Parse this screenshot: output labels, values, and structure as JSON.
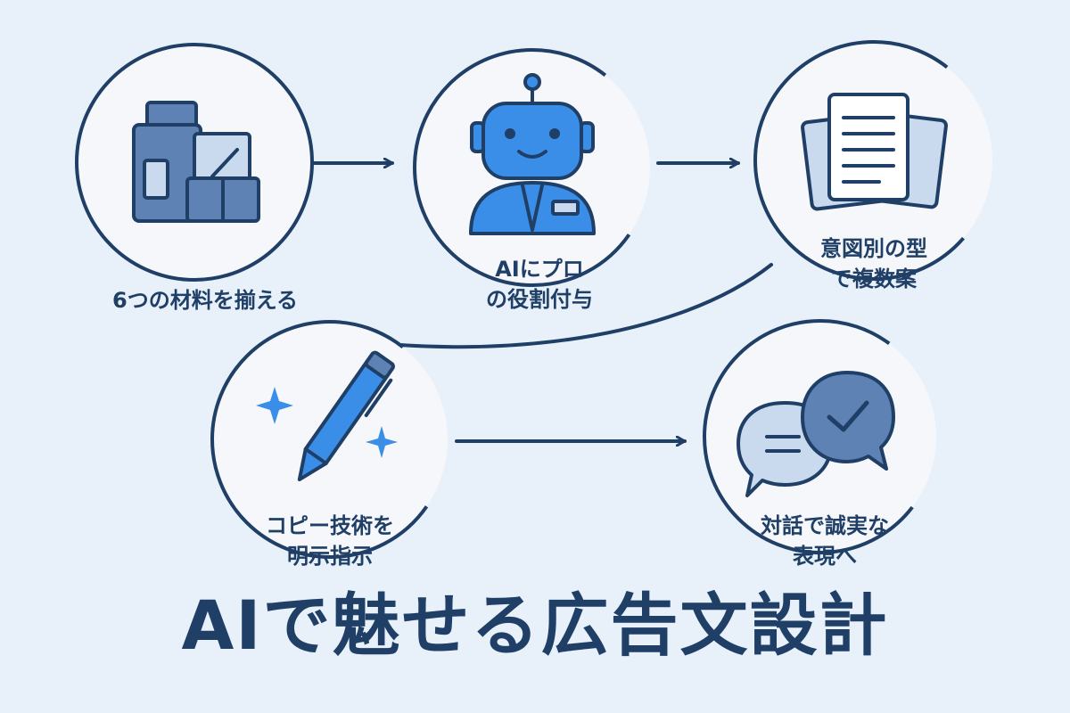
{
  "steps": [
    {
      "line1": "6つの材料を揃える",
      "line2": "",
      "icon": "materials-icon"
    },
    {
      "line1": "AIにプロ",
      "line2": "の役割付与",
      "icon": "robot-icon"
    },
    {
      "line1": "意図別の型",
      "line2": "で複数案",
      "icon": "documents-icon"
    },
    {
      "line1": "コピー技術を",
      "line2": "明示指示",
      "icon": "pen-sparkle-icon"
    },
    {
      "line1": "対話で誠実な",
      "line2": "表現へ",
      "icon": "chat-check-icon"
    }
  ],
  "title": "AIで魅せる広告文設計",
  "colors": {
    "background": "#e8f0fa",
    "navy": "#1f3f66",
    "accent_blue": "#3a8ee8",
    "circle_fill": "#f5f7fa",
    "muted_blue": "#5d82b3",
    "light_blue": "#c9d9ee"
  }
}
